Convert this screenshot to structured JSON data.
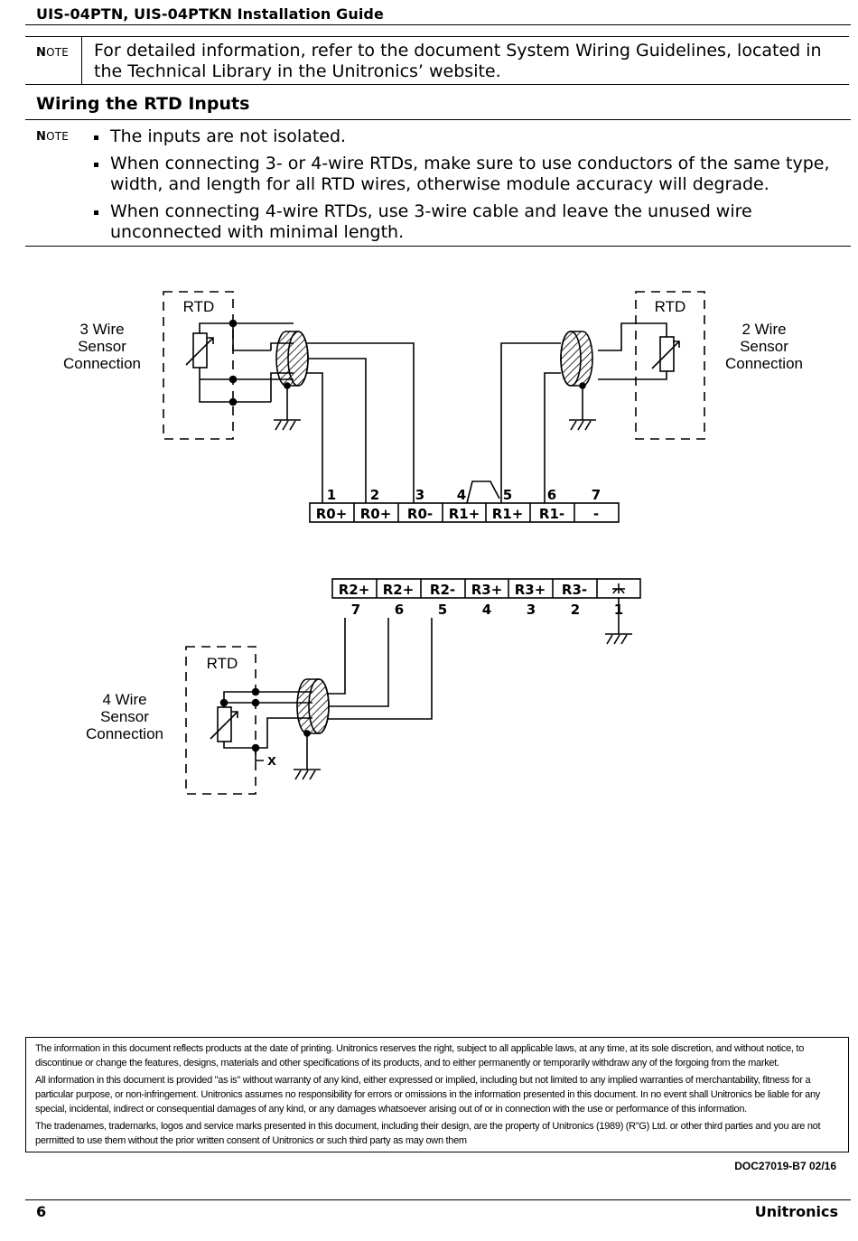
{
  "header": {
    "title": "UIS-04PTN, UIS-04PTKN Installation Guide"
  },
  "note1": {
    "label_first": "N",
    "label_rest": "OTE",
    "text": "For detailed information, refer to the document System Wiring Guidelines, located in the Technical Library in the Unitronics’ website."
  },
  "section": {
    "title": "Wiring the RTD Inputs"
  },
  "note2": {
    "label_first": "N",
    "label_rest": "OTE",
    "bullets": [
      "The inputs are not isolated.",
      "When connecting 3- or 4-wire RTDs, make sure to use conductors of the same type, width, and length for all RTD wires, otherwise module accuracy will degrade.",
      "When connecting 4-wire RTDs, use 3-wire cable and leave the unused wire unconnected with minimal length."
    ]
  },
  "diagram": {
    "rtd_label": "RTD",
    "three_wire": [
      "3 Wire",
      "Sensor",
      "Connection"
    ],
    "two_wire": [
      "2 Wire",
      "Sensor",
      "Connection"
    ],
    "four_wire": [
      "4 Wire",
      "Sensor",
      "Connection"
    ],
    "unconnected_mark": "x",
    "top_block": {
      "numbers": [
        "1",
        "2",
        "3",
        "4",
        "5",
        "6",
        "7"
      ],
      "labels": [
        "R0+",
        "R0+",
        "R0-",
        "R1+",
        "R1+",
        "R1-",
        "-"
      ]
    },
    "bottom_block": {
      "labels": [
        "R2+",
        "R2+",
        "R2-",
        "R3+",
        "R3+",
        "R3-"
      ],
      "numbers": [
        "7",
        "6",
        "5",
        "4",
        "3",
        "2",
        "1"
      ]
    }
  },
  "disclaimer": [
    "The information in this document reflects products at the date of printing. Unitronics reserves the right, subject to all applicable laws, at any time, at its sole discretion, and without notice, to discontinue or change the features, designs, materials and other specifications of its products, and to either permanently or temporarily withdraw any of the forgoing from the market.",
    "All information in this document is provided \"as is\" without warranty of any kind, either expressed or implied, including but not limited to any implied warranties of merchantability, fitness for a particular purpose, or non-infringement. Unitronics assumes no responsibility for errors or omissions in the information presented in this document. In no event shall Unitronics be liable for any special, incidental, indirect or consequential damages of any kind, or any damages whatsoever arising out of or in connection with the use or performance of this information.",
    "The tradenames, trademarks, logos and service marks presented in this document, including their design, are the property of Unitronics (1989) (R\"G) Ltd. or other third parties and you are not permitted to use them without the prior written consent of Unitronics or such third party as may own them"
  ],
  "doc_code": "DOC27019-B7 02/16",
  "footer": {
    "page": "6",
    "brand": "Unitronics"
  }
}
